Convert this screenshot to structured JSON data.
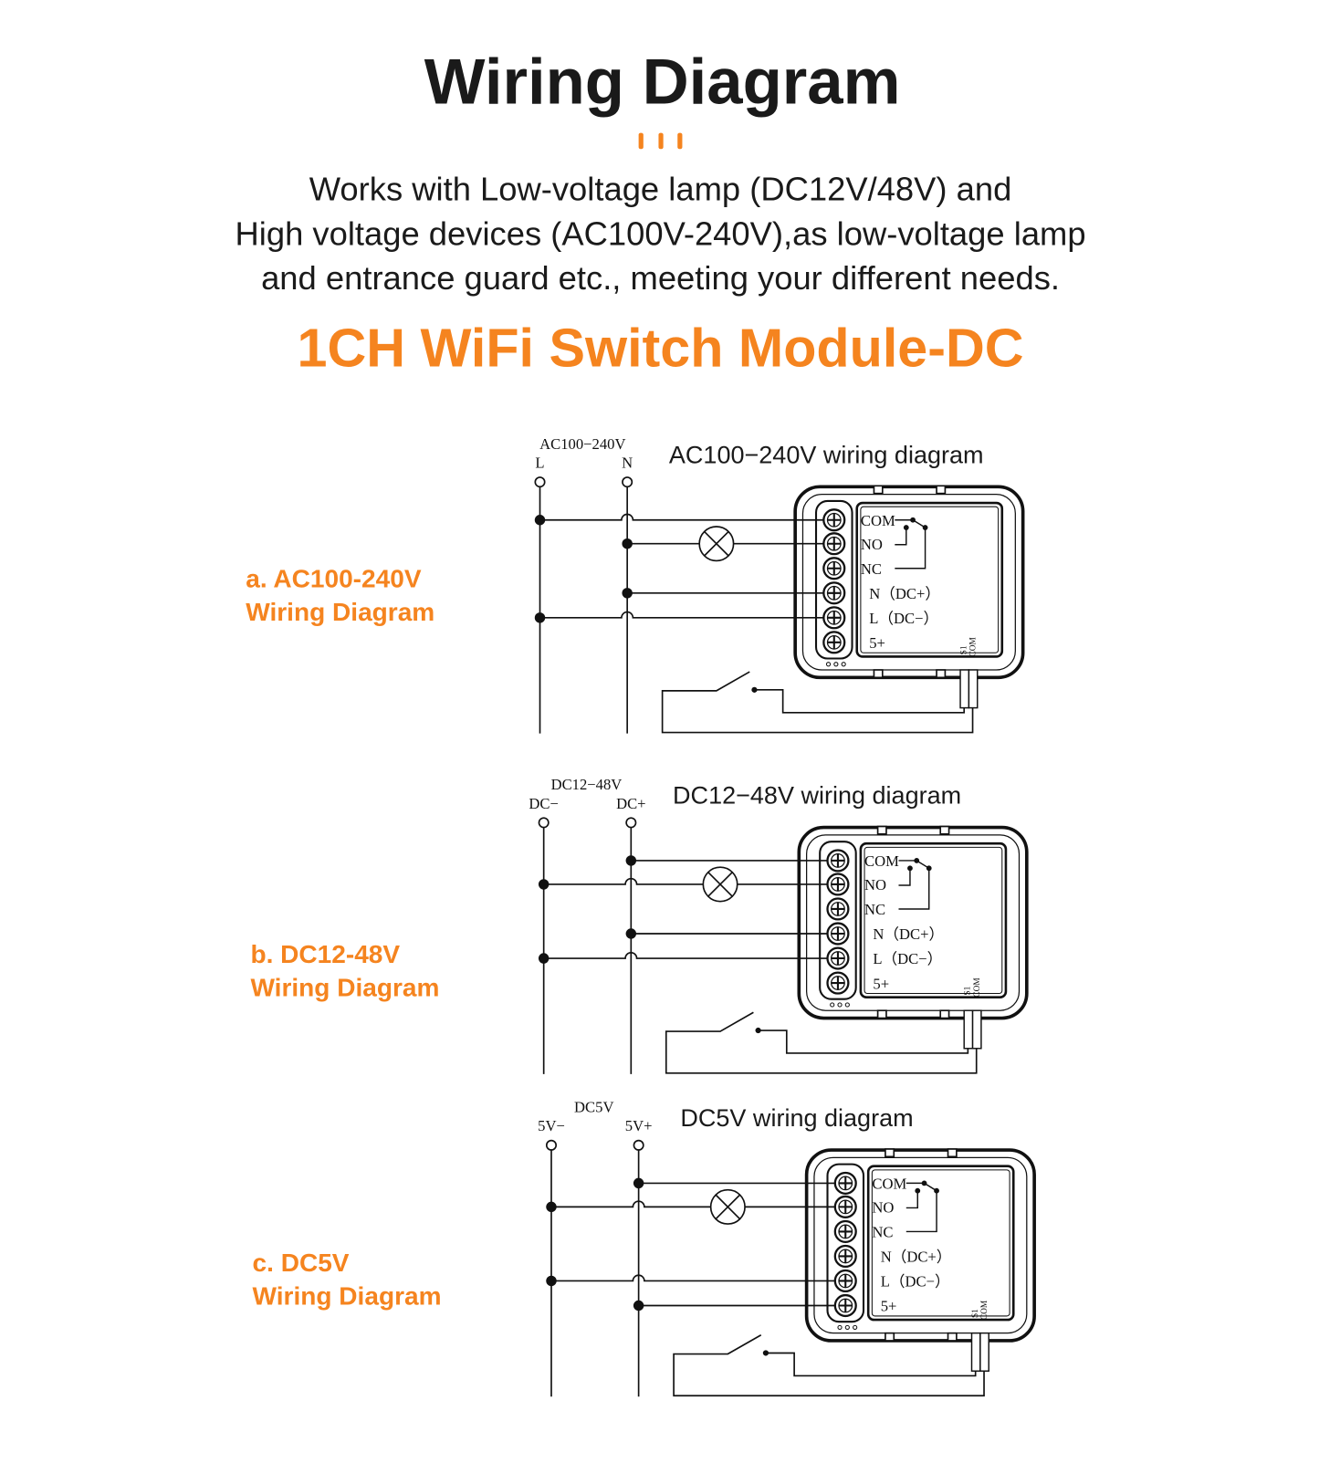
{
  "header": {
    "title": "Wiring Diagram",
    "subtitle_lines": [
      "Works with Low-voltage lamp (DC12V/48V) and",
      "High voltage devices (AC100V-240V),as low-voltage lamp",
      "and entrance guard etc., meeting your different needs."
    ],
    "product_title": "1CH WiFi Switch Module-DC"
  },
  "colors": {
    "accent": "#F5841F",
    "text": "#1a1a1a",
    "line": "#111111"
  },
  "module_labels": {
    "terminals": [
      "COM",
      "NO",
      "NC",
      "N（DC+）",
      "L（DC−）",
      "5+"
    ],
    "s1": "S1",
    "com": "COM"
  },
  "diagrams": [
    {
      "side_label_line1": "a. AC100-240V",
      "side_label_line2": "Wiring Diagram",
      "title": "AC100−240V wiring diagram",
      "supply_label": "AC100−240V",
      "rail_labels": [
        "L",
        "N"
      ],
      "connections": [
        {
          "terminal": "COM",
          "rail": 0,
          "lamp": false
        },
        {
          "terminal": "NO",
          "rail": 1,
          "lamp": true
        },
        {
          "terminal": "N（DC+）",
          "rail": 1,
          "lamp": false
        },
        {
          "terminal": "L（DC−）",
          "rail": 0,
          "lamp": false
        }
      ]
    },
    {
      "side_label_line1": "b. DC12-48V",
      "side_label_line2": "Wiring Diagram",
      "title": "DC12−48V wiring diagram",
      "supply_label": "DC12−48V",
      "rail_labels": [
        "DC−",
        "DC+"
      ],
      "connections": [
        {
          "terminal": "COM",
          "rail": 1,
          "lamp": false
        },
        {
          "terminal": "NO",
          "rail": 0,
          "lamp": true
        },
        {
          "terminal": "N（DC+）",
          "rail": 1,
          "lamp": false
        },
        {
          "terminal": "L（DC−）",
          "rail": 0,
          "lamp": false
        }
      ]
    },
    {
      "side_label_line1": "c. DC5V",
      "side_label_line2": "Wiring Diagram",
      "title": "DC5V wiring diagram",
      "supply_label": "DC5V",
      "rail_labels": [
        "5V−",
        "5V+"
      ],
      "connections": [
        {
          "terminal": "COM",
          "rail": 1,
          "lamp": false
        },
        {
          "terminal": "NO",
          "rail": 0,
          "lamp": true
        },
        {
          "terminal": "L（DC−）",
          "rail": 0,
          "lamp": false
        },
        {
          "terminal": "5+",
          "rail": 1,
          "lamp": false
        }
      ]
    }
  ]
}
